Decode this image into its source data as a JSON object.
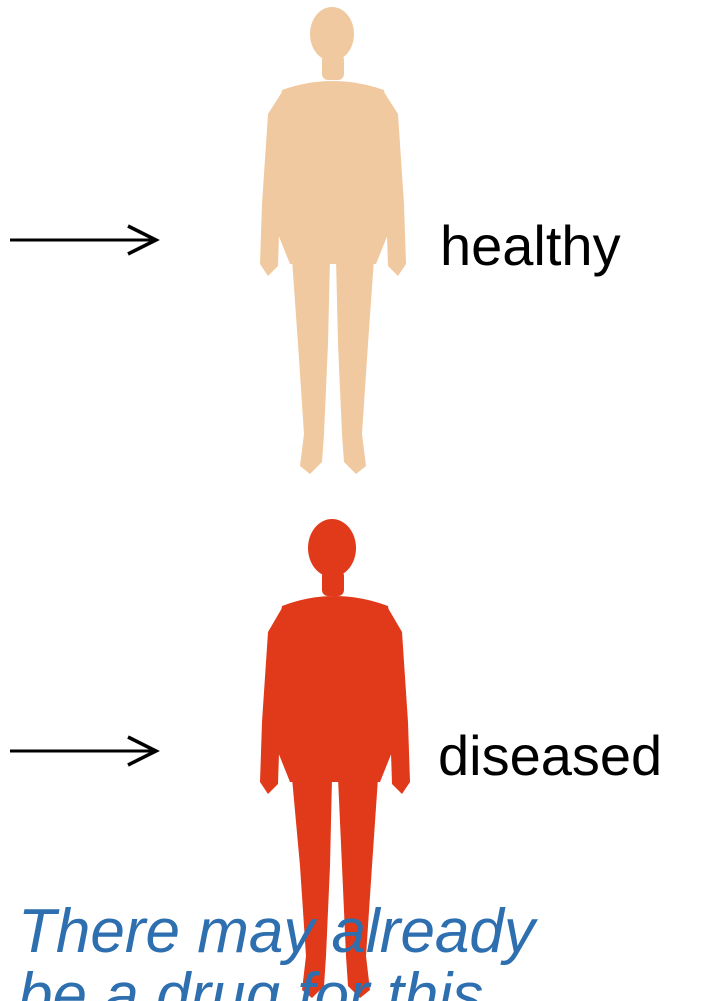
{
  "labels": {
    "healthy": "healthy",
    "diseased": "diseased"
  },
  "caption": {
    "line1": "There may already",
    "line2": "be a drug for this"
  },
  "colors": {
    "healthy_skin": "#f1c9a0",
    "diseased_skin": "#e03a1b",
    "caption_blue": "#2e6fb0",
    "arrow": "#000000",
    "text": "#000000"
  },
  "icons": {
    "arrow": "right-arrow-icon",
    "figure": "human-silhouette-icon"
  }
}
